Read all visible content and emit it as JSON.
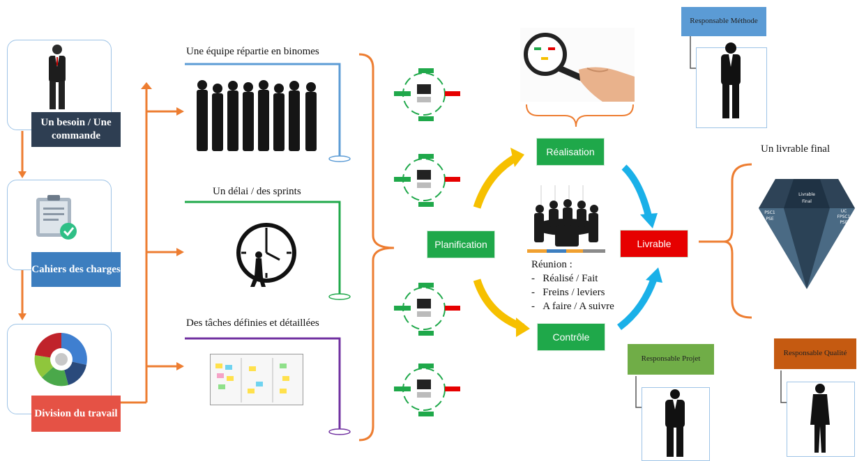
{
  "left_column": {
    "besoin_label": "Un besoin / Une commande",
    "cahier_label": "Cahiers des charges",
    "division_label": "Division du travail"
  },
  "middle_column": {
    "equipe_title": "Une équipe répartie en binomes",
    "delai_title": "Un délai / des sprints",
    "taches_title": "Des tâches définies et détaillées"
  },
  "cycle": {
    "planification": "Planification",
    "realisation": "Réalisation",
    "controle": "Contrôle",
    "livrable": "Livrable"
  },
  "reunion": {
    "heading": "Réunion :",
    "items": [
      "Réalisé / Fait",
      "Freins / leviers",
      "A faire / A suivre"
    ]
  },
  "output": {
    "title": "Un livrable final",
    "gem_center": "Livrable\nFinal",
    "gem_left": "PSC1\nPSE",
    "gem_right": "UC\nFPSC1\nPSE"
  },
  "roles": {
    "methode": "Responsable Méthode",
    "projet": "Responsable Projet",
    "qualite": "Responsable Qualité"
  },
  "colors": {
    "orange": "#ed7d31",
    "green": "#1fa84a",
    "yellow": "#f6c000",
    "cyan": "#1ab0e8",
    "red": "#e60000",
    "navy": "#2e3e52",
    "steel": "#3d7ebf",
    "coral": "#e55245"
  }
}
